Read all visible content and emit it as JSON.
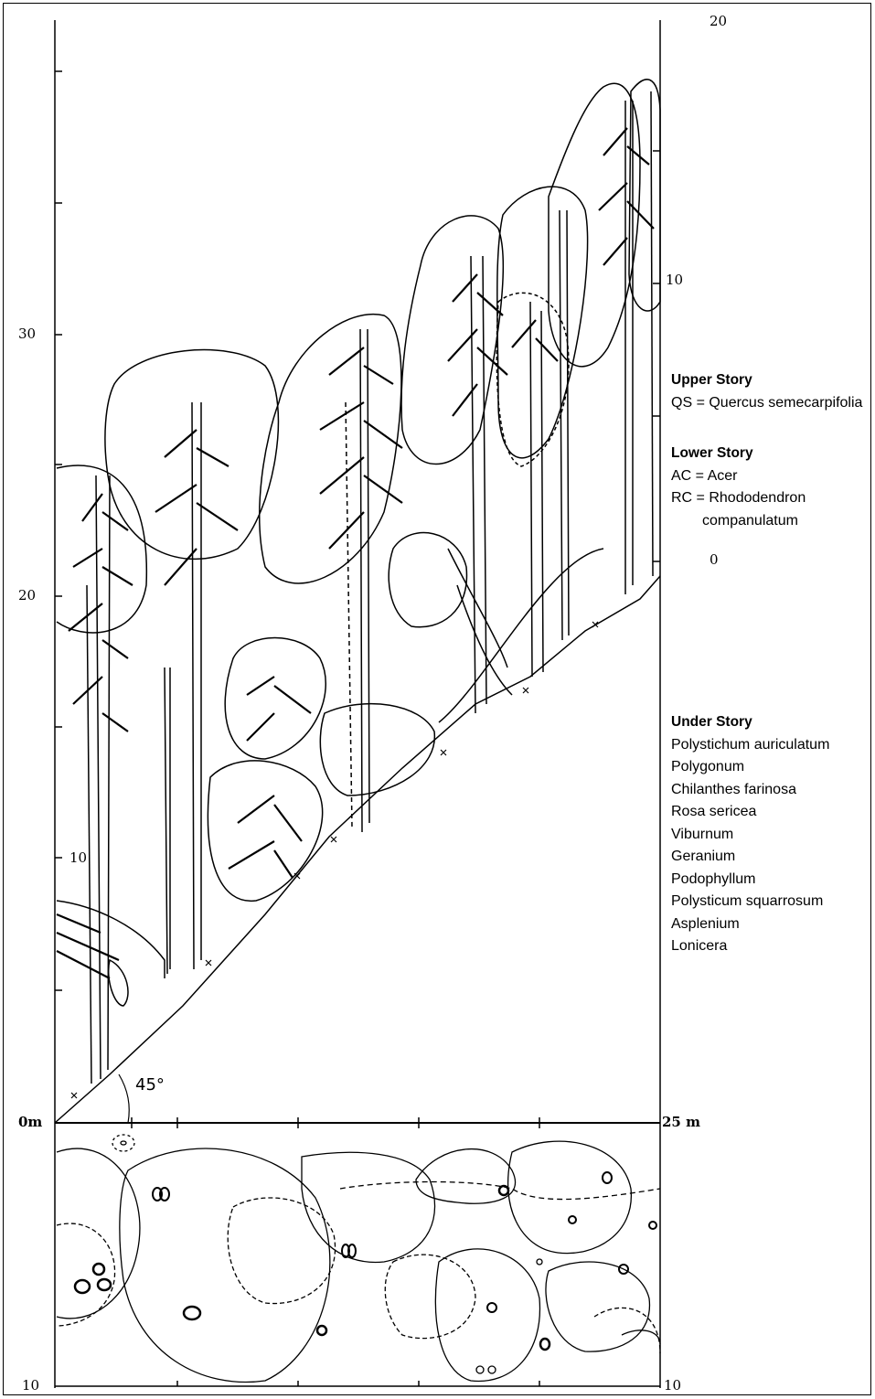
{
  "scale": {
    "left": [
      "30",
      "20",
      "10",
      "10"
    ],
    "right": [
      "20",
      "10",
      "0",
      "10"
    ],
    "base_left": "0m",
    "base_right": "25 m",
    "slope_angle": "45°"
  },
  "legend": {
    "upper_story": {
      "heading": "Upper Story",
      "items": [
        "QS = Quercus semecarpifolia"
      ]
    },
    "lower_story": {
      "heading": "Lower Story",
      "items": [
        "AC = Acer",
        "RC = Rhododendron",
        "companulatum"
      ]
    },
    "under_story": {
      "heading": "Under Story",
      "items": [
        "Polystichum auriculatum",
        "Polygonum",
        "Chilanthes farinosa",
        "Rosa sericea",
        "Viburnum",
        "Geranium",
        "Podophyllum",
        "Polysticum squarrosum",
        "Asplenium",
        "Lonicera"
      ]
    }
  }
}
